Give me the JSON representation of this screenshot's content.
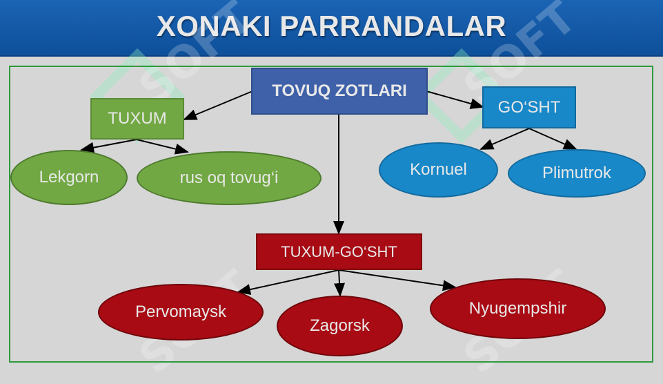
{
  "title": "XONAKI PARRANDALAR",
  "root": {
    "label": "TOVUQ ZOTLARI",
    "color": "#3f61a9"
  },
  "branches": {
    "egg": {
      "label": "TUXUM",
      "color": "#71a843",
      "items": [
        "Lekgorn",
        "rus oq tovug‘i"
      ]
    },
    "meat": {
      "label": "GO‘SHT",
      "color": "#1888c9",
      "items": [
        "Kornuel",
        "Plimutrok"
      ]
    },
    "eggmeat": {
      "label": "TUXUM-GO‘SHT",
      "color": "#a80b14",
      "items": [
        "Pervomaysk",
        "Zagorsk",
        "Nyugempshir"
      ]
    }
  }
}
